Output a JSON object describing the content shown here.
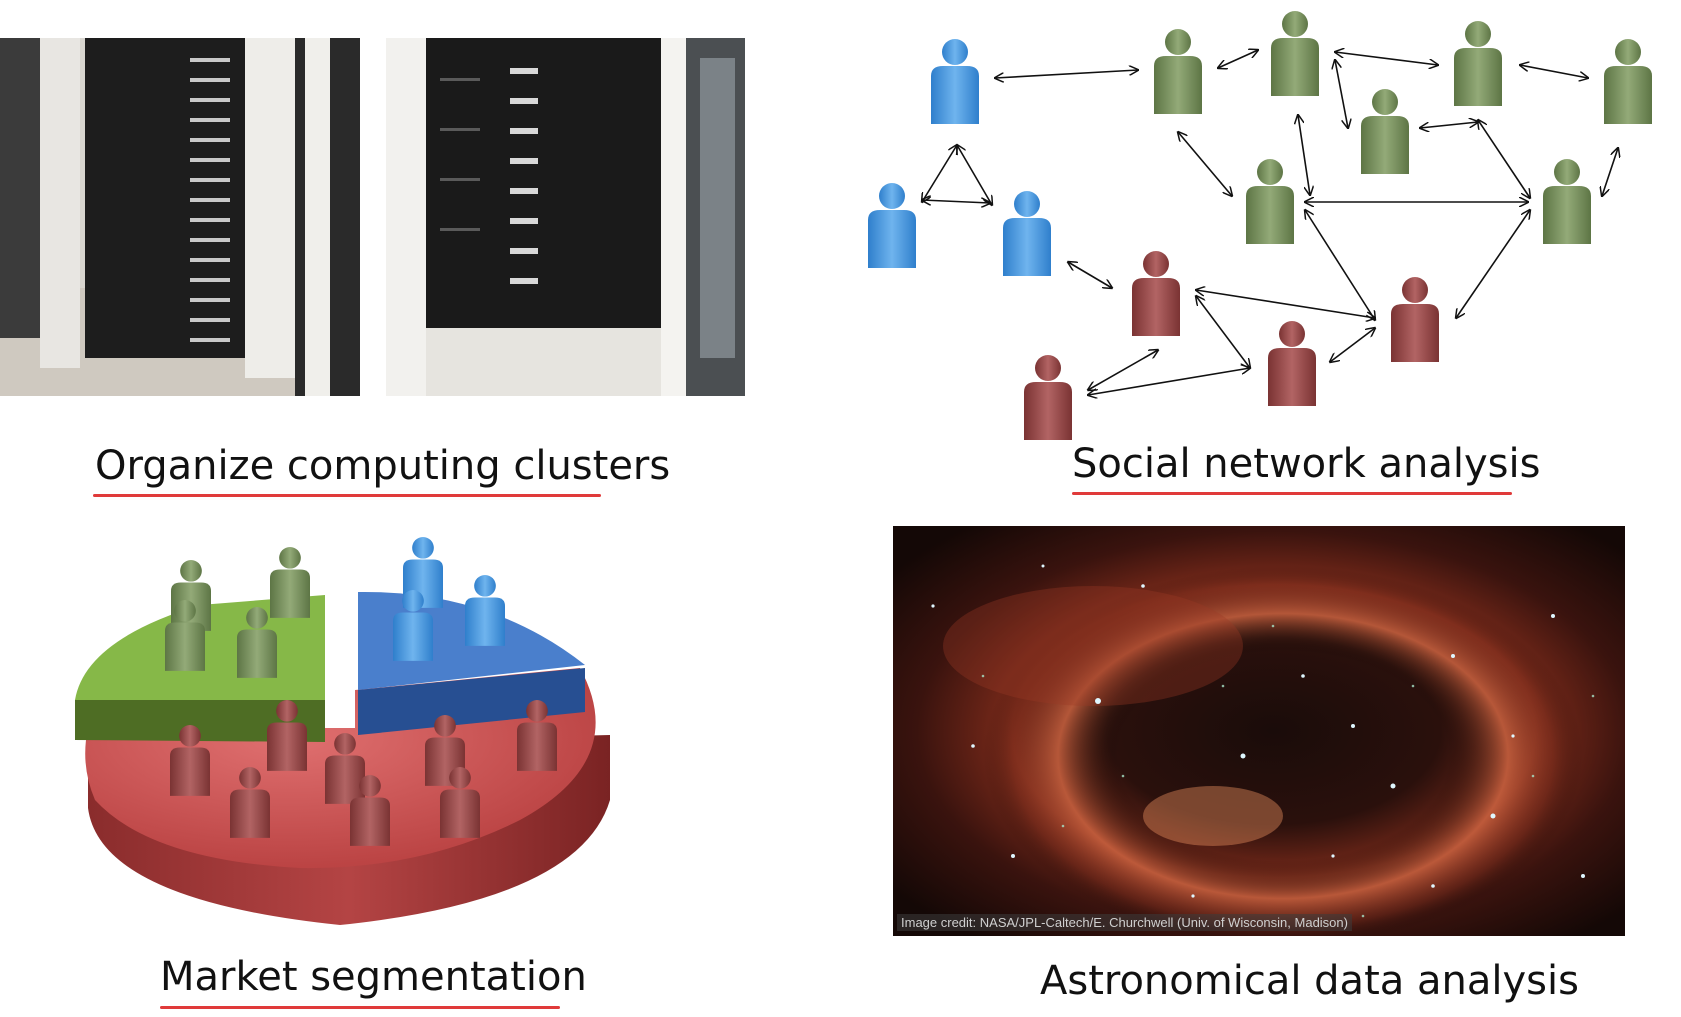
{
  "slide": {
    "captions": {
      "clusters": "Organize computing clusters",
      "social": "Social network analysis",
      "market": "Market segmentation",
      "astro": "Astronomical data analysis"
    },
    "image_credit": "Image credit: NASA/JPL-Caltech/E. Churchwell (Univ. of Wisconsin, Madison)"
  },
  "colors": {
    "underline": "#e03a3a",
    "person_blue": "#3a8fd8",
    "person_green": "#6f8a55",
    "person_red": "#8e3f3f",
    "pie_green": "#7fb03a",
    "pie_blue": "#3d6fc0",
    "pie_red": "#c94a4a"
  },
  "icons": [
    "server-rack-photo",
    "person-icon",
    "pie-chart",
    "nebula-photo"
  ]
}
